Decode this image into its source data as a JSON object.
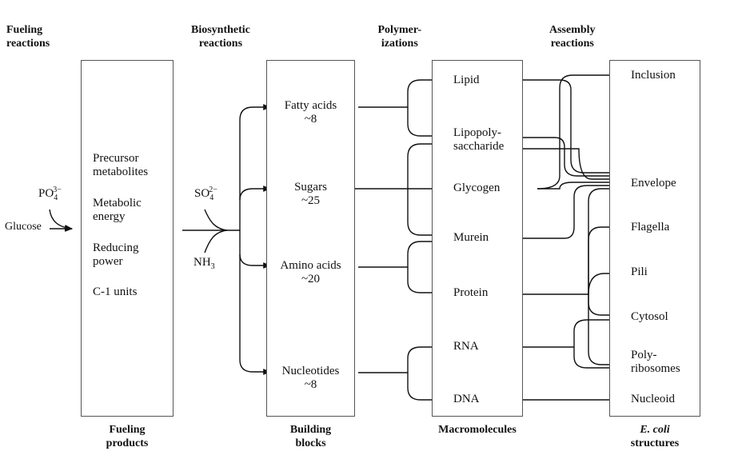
{
  "headers": {
    "fueling": "Fueling\nreactions",
    "biosynthetic": "Biosynthetic\nreactions",
    "polymerizations": "Polymer-\nizations",
    "assembly": "Assembly\nreactions"
  },
  "inputs": {
    "phosphate": "PO",
    "phosphate_sub": "4",
    "phosphate_sup": "3−",
    "glucose": "Glucose",
    "sulfate": "SO",
    "sulfate_sub": "4",
    "sulfate_sup": "2−",
    "ammonia": "NH",
    "ammonia_sub": "3"
  },
  "fueling_products": {
    "items": [
      "Precursor\nmetabolites",
      "Metabolic\nenergy",
      "Reducing\npower",
      "C-1 units"
    ],
    "footer": "Fueling\nproducts"
  },
  "building_blocks": {
    "items": [
      {
        "name": "Fatty acids",
        "count": "~8"
      },
      {
        "name": "Sugars",
        "count": "~25"
      },
      {
        "name": "Amino acids",
        "count": "~20"
      },
      {
        "name": "Nucleotides",
        "count": "~8"
      }
    ],
    "footer": "Building\nblocks"
  },
  "macromolecules": {
    "items": [
      "Lipid",
      "Lipopoly-\nsaccharide",
      "Glycogen",
      "Murein",
      "Protein",
      "RNA",
      "DNA"
    ],
    "footer": "Macromolecules"
  },
  "structures": {
    "items": [
      "Inclusion",
      "Envelope",
      "Flagella",
      "Pili",
      "Cytosol",
      "Poly-\nribosomes",
      "Nucleoid"
    ],
    "footer_italic": "E. coli",
    "footer": "structures"
  }
}
